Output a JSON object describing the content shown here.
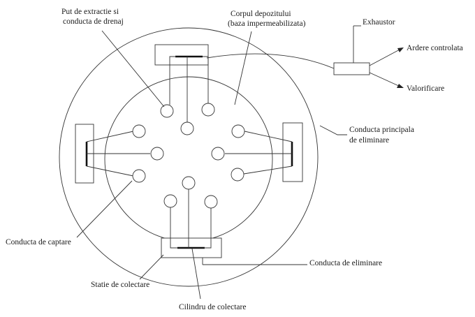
{
  "labels": {
    "put_extractie_line1": "Put de extractie si",
    "put_extractie_line2": "conducta de drenaj",
    "corpul_line1": "Corpul depozitului",
    "corpul_line2": "(baza impermeabilizata)",
    "exhaustor": "Exhaustor",
    "ardere": "Ardere controlata",
    "valorificare": "Valorificare",
    "conducta_principala_line1": "Conducta principala",
    "conducta_principala_line2": "de eliminare",
    "conducta_captare": "Conducta de captare",
    "conducta_eliminare": "Conducta de eliminare",
    "statie_colectare": "Statie de colectare",
    "cilindru_colectare": "Cilindru de colectare"
  }
}
